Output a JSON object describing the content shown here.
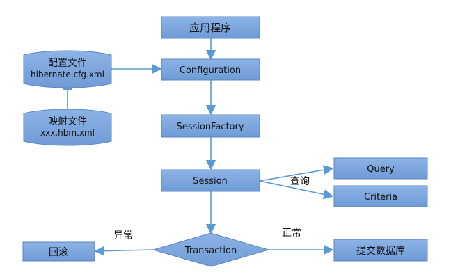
{
  "colors": {
    "box_fill": "#7ea6dc",
    "box_stroke": "#5b86c0",
    "arrow": "#5b9bd5"
  },
  "nodes": {
    "app": "应用程序",
    "config_file_line1": "配置文件",
    "config_file_line2": "hibernate.cfg.xml",
    "mapping_file_line1": "映射文件",
    "mapping_file_line2": "xxx.hbm.xml",
    "configuration": "Configuration",
    "session_factory": "SessionFactory",
    "session": "Session",
    "query": "Query",
    "criteria": "Criteria",
    "transaction": "Transaction",
    "rollback": "回滚",
    "commit": "提交数据库"
  },
  "edge_labels": {
    "query": "查询",
    "exception": "异常",
    "normal": "正常"
  }
}
